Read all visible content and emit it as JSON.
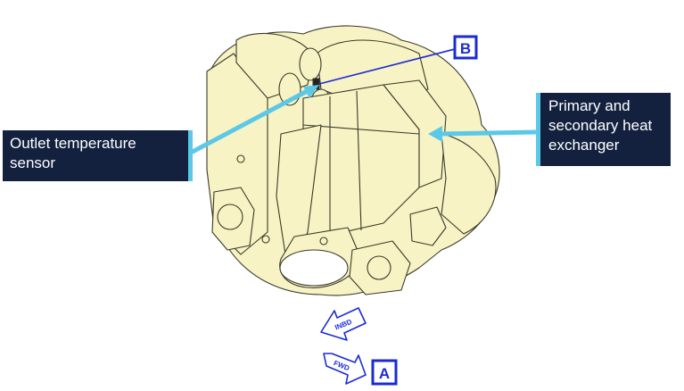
{
  "callouts": {
    "outlet_sensor": "Outlet temperature\nsensor",
    "heat_exchanger": "Primary and\nsecondary heat\nexchanger"
  },
  "tags": {
    "detail_b": "B",
    "view_a": "A"
  },
  "direction_arrows": {
    "inboard": "INBD",
    "forward": "FWD"
  },
  "colors": {
    "callout_bg": "#13213f",
    "callout_accent": "#5bc8e8",
    "component_fill": "#f7f3c4",
    "tag_blue": "#1a2bd6"
  }
}
